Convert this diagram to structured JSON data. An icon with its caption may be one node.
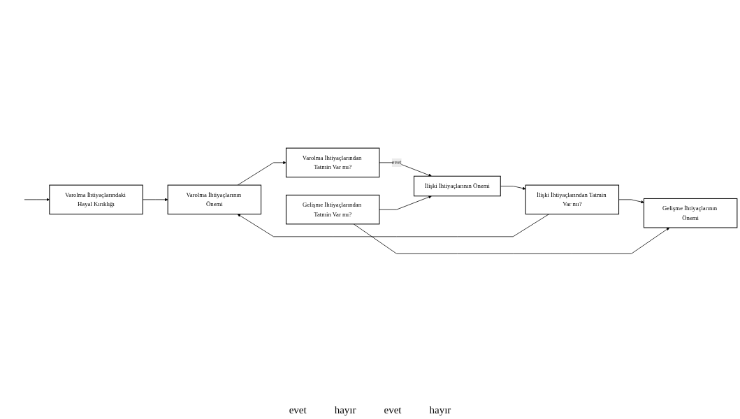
{
  "diagram": {
    "nodes": [
      {
        "text": [
          "Varolma İhtiyaçlarındaki Hayal Kırıklığı"
        ]
      },
      {
        "text": [
          "Varolma İhtiyaçlarının Önemi"
        ]
      },
      {
        "text": [
          "Varolma İhtiyaçlarından Tatmin Var mı?"
        ]
      },
      {
        "text": [
          "Gelişme İhtiyaçlarının Önemi"
        ]
      },
      {
        "text": [
          "İlişki İhtiyaçlarından Tatmin Var mı?"
        ]
      },
      {
        "text": [
          "İlişki İhtiyaçlarının Önemi"
        ]
      },
      {
        "text": [
          "Gelişme İhtiyaçlarından Tatmin Var mı?"
        ]
      }
    ],
    "edges": [
      {
        "from": null,
        "to": 0,
        "arrow": "to"
      },
      {
        "from": 0,
        "to": 1,
        "arrow": "to"
      },
      {
        "from": 1,
        "to": 2,
        "arrow": "to"
      },
      {
        "from": 2,
        "to": 5,
        "arrow": "to",
        "label": "evet"
      },
      {
        "from": 5,
        "to": 4,
        "arrow": "to"
      },
      {
        "from": 4,
        "to": 1,
        "arrow": "to"
      },
      {
        "from": 4,
        "to": 3,
        "arrow": "to"
      },
      {
        "from": 6,
        "to": 3,
        "arrow": "to"
      },
      {
        "from": 6,
        "to": 5,
        "arrow": "to"
      }
    ],
    "labels": [
      "evet",
      "hayır",
      "evet",
      "hayır"
    ]
  }
}
